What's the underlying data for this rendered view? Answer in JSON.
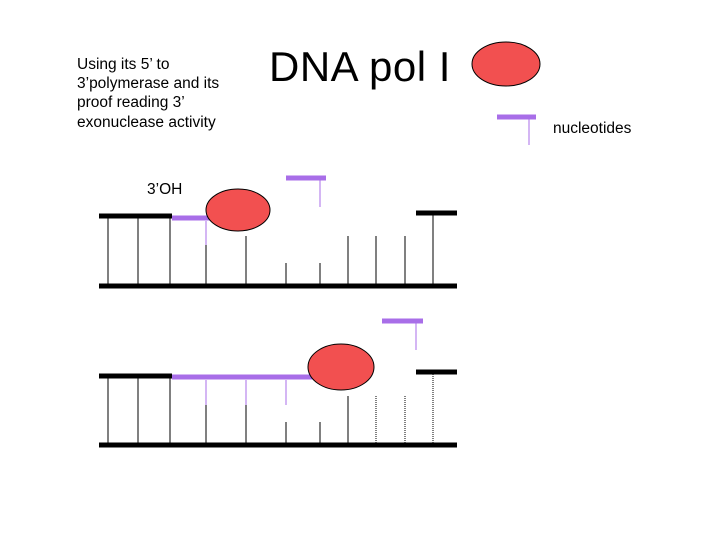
{
  "description": "Using its 5’ to 3’polymerase and its proof reading 3’ exonuclease activity",
  "title": "DNA pol I",
  "legend": {
    "label": "nucleotides"
  },
  "primer_end_label": "3’OH",
  "colors": {
    "enzyme_fill": "#f25050",
    "enzyme_stroke": "#000000",
    "nucleotide": "#a86ee8",
    "dna_strand": "#000000"
  }
}
